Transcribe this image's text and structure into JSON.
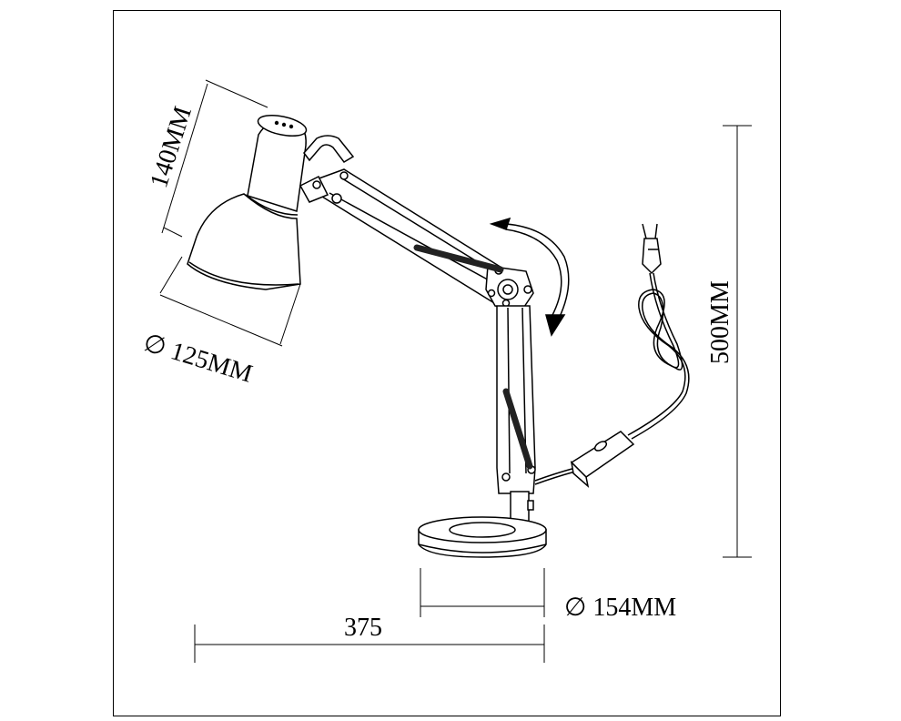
{
  "dimensions": {
    "shade_height": "140MM",
    "shade_diameter": "∅ 125MM",
    "total_height": "500MM",
    "base_diameter": "∅ 154MM",
    "reach": "375"
  },
  "colors": {
    "line": "#000000",
    "background": "#ffffff",
    "spring": "#222222"
  }
}
